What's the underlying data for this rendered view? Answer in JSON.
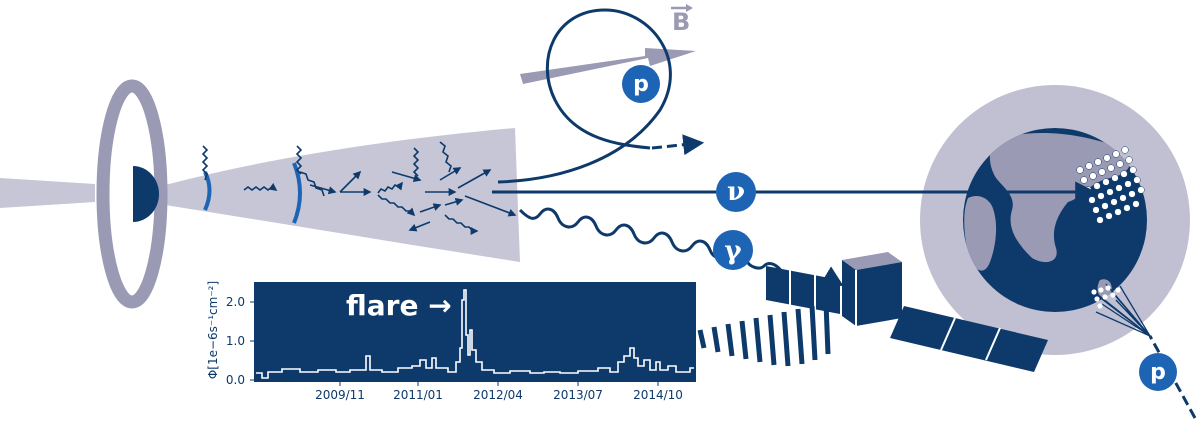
{
  "labels": {
    "b_field": "B",
    "proton_top": "p",
    "proton_bottom": "p",
    "neutrino": "ν",
    "gamma": "γ"
  },
  "lightcurve": {
    "flare_label": "flare →",
    "y_axis_label": "Φ[1e−6s⁻¹cm⁻²]",
    "y_ticks": [
      "0.0",
      "1.0",
      "2.0"
    ],
    "x_ticks": [
      "2009/11",
      "2011/01",
      "2012/04",
      "2013/07",
      "2014/10"
    ]
  },
  "colors": {
    "navy": "#0d3a6b",
    "blue": "#1e64b4",
    "grey": "#9a9ab4",
    "light_grey": "#c0c0d2",
    "jet": "#c6c6d6"
  }
}
